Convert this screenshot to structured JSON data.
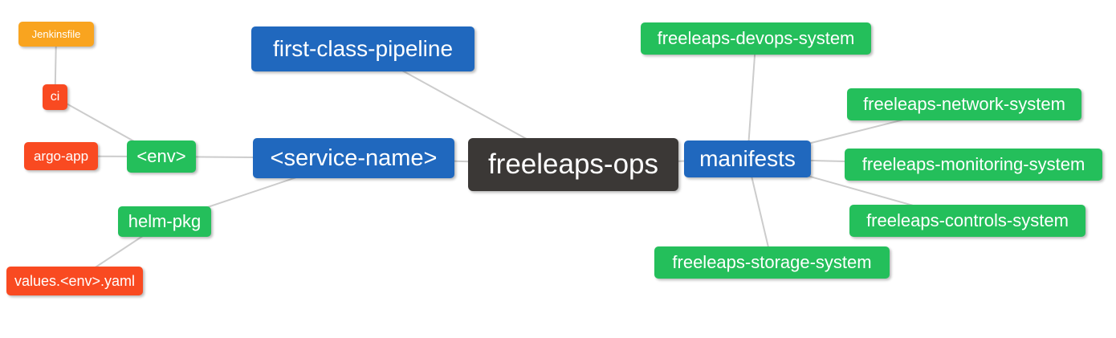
{
  "diagram": {
    "type": "mindmap",
    "root_label": "freeleaps-ops"
  },
  "palette": {
    "blue": "#2068be",
    "green": "#24bf5b",
    "red": "#f94a21",
    "amber": "#f9a41f",
    "dark": "#3b3836",
    "line": "#cccccc",
    "background": "#ffffff",
    "text": "#ffffff"
  },
  "nodes": {
    "root": {
      "label": "freeleaps-ops"
    },
    "first_class_pipeline": {
      "label": "first-class-pipeline"
    },
    "service_name": {
      "label": "<service-name>"
    },
    "env": {
      "label": "<env>"
    },
    "ci": {
      "label": "ci"
    },
    "jenkinsfile": {
      "label": "Jenkinsfile"
    },
    "argo_app": {
      "label": "argo-app"
    },
    "helm_pkg": {
      "label": "helm-pkg"
    },
    "values_env_yaml": {
      "label": "values.<env>.yaml"
    },
    "manifests": {
      "label": "manifests"
    },
    "devops_system": {
      "label": "freeleaps-devops-system"
    },
    "network_system": {
      "label": "freeleaps-network-system"
    },
    "monitoring_system": {
      "label": "freeleaps-monitoring-system"
    },
    "controls_system": {
      "label": "freeleaps-controls-system"
    },
    "storage_system": {
      "label": "freeleaps-storage-system"
    }
  },
  "edges": [
    [
      "jenkinsfile",
      "ci"
    ],
    [
      "ci",
      "env"
    ],
    [
      "argo_app",
      "env"
    ],
    [
      "env",
      "service_name"
    ],
    [
      "values_env_yaml",
      "helm_pkg"
    ],
    [
      "helm_pkg",
      "service_name"
    ],
    [
      "first_class_pipeline",
      "root"
    ],
    [
      "service_name",
      "root"
    ],
    [
      "root",
      "manifests"
    ],
    [
      "manifests",
      "devops_system"
    ],
    [
      "manifests",
      "network_system"
    ],
    [
      "manifests",
      "monitoring_system"
    ],
    [
      "manifests",
      "controls_system"
    ],
    [
      "manifests",
      "storage_system"
    ]
  ]
}
